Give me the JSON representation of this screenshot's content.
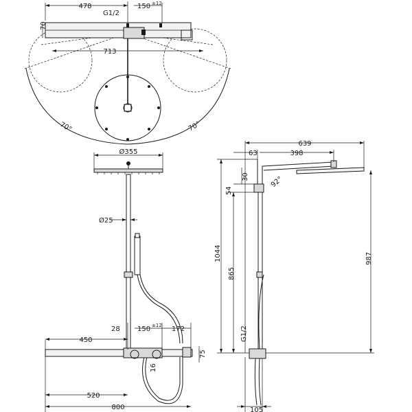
{
  "dimensions": {
    "top_width_478": "478",
    "top_thread": "G1/2",
    "top_spacing": "150",
    "top_spacing_tol": "±12",
    "top_depth_70": "70",
    "top_span_713": "713",
    "swivel_left": "70°",
    "swivel_right": "70°",
    "head_dia": "Ø355",
    "pipe_dia": "Ø25",
    "front_450": "450",
    "front_28": "28",
    "front_150": "150",
    "front_150_tol": "±12",
    "front_172": "172",
    "front_75": "75",
    "front_16": "16",
    "front_520": "520",
    "front_800": "800",
    "side_639": "639",
    "side_63": "63",
    "side_398": "398",
    "side_30": "30",
    "side_54": "54",
    "side_angle": "92°",
    "side_1044": "1044",
    "side_865": "865",
    "side_987": "987",
    "side_thread": "G1/2",
    "side_105": "105"
  }
}
